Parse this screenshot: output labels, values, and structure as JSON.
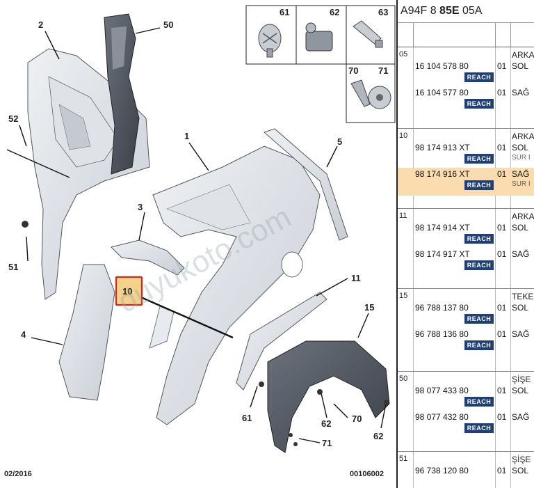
{
  "diagram": {
    "callouts": {
      "c2": "2",
      "c50": "50",
      "c52": "52",
      "c51": "51",
      "c4": "4",
      "c1": "1",
      "c3": "3",
      "c5": "5",
      "c10": "10",
      "c11": "11",
      "c15": "15",
      "c61": "61",
      "c62": "62",
      "c70": "70",
      "c71": "71",
      "c62b": "62",
      "c71b": "71",
      "c61b": "61",
      "c63": "63",
      "c70b": "70",
      "c62c": "62"
    },
    "footer_left": "02/2016",
    "footer_right": "00106002",
    "watermark": "duyukoto.com",
    "colors": {
      "highlight_box": "#d9261c",
      "highlight_fill": "#f5d28a"
    }
  },
  "panel": {
    "ref_prefix": "A94F 8",
    "ref_bold": "85E",
    "ref_suffix": "05A",
    "badge_label": "REACH",
    "groups": [
      {
        "num": "05",
        "desc": "ARKA",
        "parts": [
          {
            "pn": "16 104 578 80",
            "qty": "01",
            "side": "SOL",
            "note": ""
          },
          {
            "pn": "16 104 577 80",
            "qty": "01",
            "side": "SAĞ",
            "note": ""
          }
        ]
      },
      {
        "num": "10",
        "desc": "ARKA",
        "parts": [
          {
            "pn": "98 174 913 XT",
            "qty": "01",
            "side": "SOL",
            "note": "SUR I"
          },
          {
            "pn": "98 174 916 XT",
            "qty": "01",
            "side": "SAĞ",
            "note": "SUR I",
            "highlight": true
          }
        ]
      },
      {
        "num": "11",
        "desc": "ARKA",
        "parts": [
          {
            "pn": "98 174 914 XT",
            "qty": "01",
            "side": "SOL",
            "note": ""
          },
          {
            "pn": "98 174 917 XT",
            "qty": "01",
            "side": "SAĞ",
            "note": ""
          }
        ]
      },
      {
        "num": "15",
        "desc": "TEKE",
        "parts": [
          {
            "pn": "96 788 137 80",
            "qty": "01",
            "side": "SOL",
            "note": ""
          },
          {
            "pn": "96 788 136 80",
            "qty": "01",
            "side": "SAĞ",
            "note": ""
          }
        ]
      },
      {
        "num": "50",
        "desc": "ŞİŞE",
        "parts": [
          {
            "pn": "98 077 433 80",
            "qty": "01",
            "side": "SOL",
            "note": ""
          },
          {
            "pn": "98 077 432 80",
            "qty": "01",
            "side": "SAĞ",
            "note": ""
          }
        ]
      },
      {
        "num": "51",
        "desc": "ŞİŞE",
        "parts": [
          {
            "pn": "96 738 120 80",
            "qty": "01",
            "side": "SOL",
            "note": ""
          }
        ]
      }
    ]
  }
}
